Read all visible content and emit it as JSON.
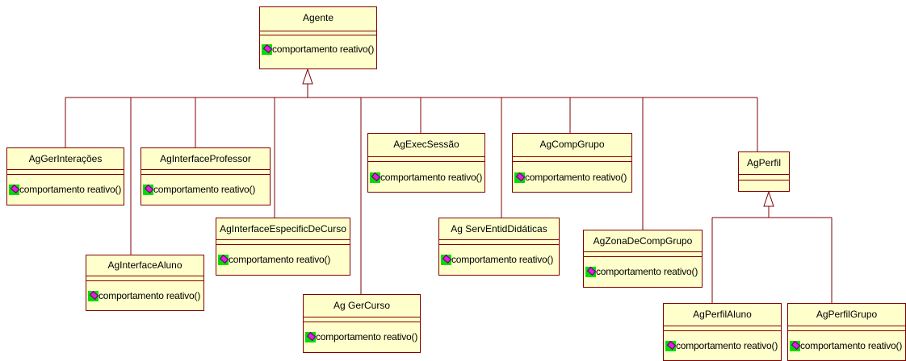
{
  "colors": {
    "line": "#800000",
    "class_fill": "#ffffcc",
    "icon_bg": "#00dd00",
    "icon_fg": "#dd22dd"
  },
  "operation_icon": "operation-public-icon",
  "classes": {
    "agente": {
      "name": "Agente",
      "operations": [
        "comportamento reativo()"
      ]
    },
    "ag_ger_interacoes": {
      "name": "AgGerInterações",
      "operations": [
        "comportamento reativo()"
      ]
    },
    "ag_interface_professor": {
      "name": "AgInterfaceProfessor",
      "operations": [
        "comportamento reativo()"
      ]
    },
    "ag_interface_especific_de_curso": {
      "name": "AgInterfaceEspecificDeCurso",
      "operations": [
        "comportamento reativo()"
      ]
    },
    "ag_exec_sessao": {
      "name": "AgExecSessão",
      "operations": [
        "comportamento reativo()"
      ]
    },
    "ag_comp_grupo": {
      "name": "AgCompGrupo",
      "operations": [
        "comportamento reativo()"
      ]
    },
    "ag_perfil": {
      "name": "AgPerfil",
      "operations": []
    },
    "ag_interface_aluno": {
      "name": "AgInterfaceAluno",
      "operations": [
        "comportamento reativo()"
      ]
    },
    "ag_serv_entid_didaticas": {
      "name": "Ag ServEntidDidáticas",
      "operations": [
        "comportamento reativo()"
      ]
    },
    "ag_zona_de_comp_grupo": {
      "name": "AgZonaDeCompGrupo",
      "operations": [
        "comportamento reativo()"
      ]
    },
    "ag_ger_curso": {
      "name": "Ag GerCurso",
      "operations": [
        "comportamento reativo()"
      ]
    },
    "ag_perfil_aluno": {
      "name": "AgPerfilAluno",
      "operations": [
        "comportamento reativo()"
      ]
    },
    "ag_perfil_grupo": {
      "name": "AgPerfilGrupo",
      "operations": [
        "comportamento reativo()"
      ]
    }
  },
  "generalizations": [
    {
      "parent": "agente",
      "children": [
        "ag_ger_interacoes",
        "ag_interface_aluno",
        "ag_interface_professor",
        "ag_interface_especific_de_curso",
        "ag_ger_curso",
        "ag_exec_sessao",
        "ag_serv_entid_didaticas",
        "ag_comp_grupo",
        "ag_zona_de_comp_grupo",
        "ag_perfil"
      ]
    },
    {
      "parent": "ag_perfil",
      "children": [
        "ag_perfil_aluno",
        "ag_perfil_grupo"
      ]
    }
  ]
}
